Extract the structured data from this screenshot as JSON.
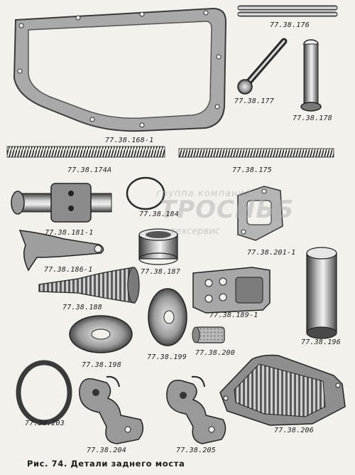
{
  "figure": {
    "caption": "Рис. 74. Детали заднего моста",
    "watermark": {
      "line1": "группа компаний",
      "line2": "ТРОСНЬБ",
      "line3": "техсервис"
    },
    "parts": [
      {
        "id": "77.38.168-1"
      },
      {
        "id": "77.38.176"
      },
      {
        "id": "77.38.177"
      },
      {
        "id": "77.38.178"
      },
      {
        "id": "77.38.174А"
      },
      {
        "id": "77.38.175"
      },
      {
        "id": "77.38.184"
      },
      {
        "id": "77.38.181-1"
      },
      {
        "id": "77.38.201-1"
      },
      {
        "id": "77.38.186-1"
      },
      {
        "id": "77.38.187"
      },
      {
        "id": "77.38.188"
      },
      {
        "id": "77.38.189-1"
      },
      {
        "id": "77.38.196"
      },
      {
        "id": "77.38.198"
      },
      {
        "id": "77.38.199"
      },
      {
        "id": "77.38.200"
      },
      {
        "id": "77.38.203"
      },
      {
        "id": "77.38.204"
      },
      {
        "id": "77.38.205"
      },
      {
        "id": "77.38.206"
      }
    ]
  }
}
